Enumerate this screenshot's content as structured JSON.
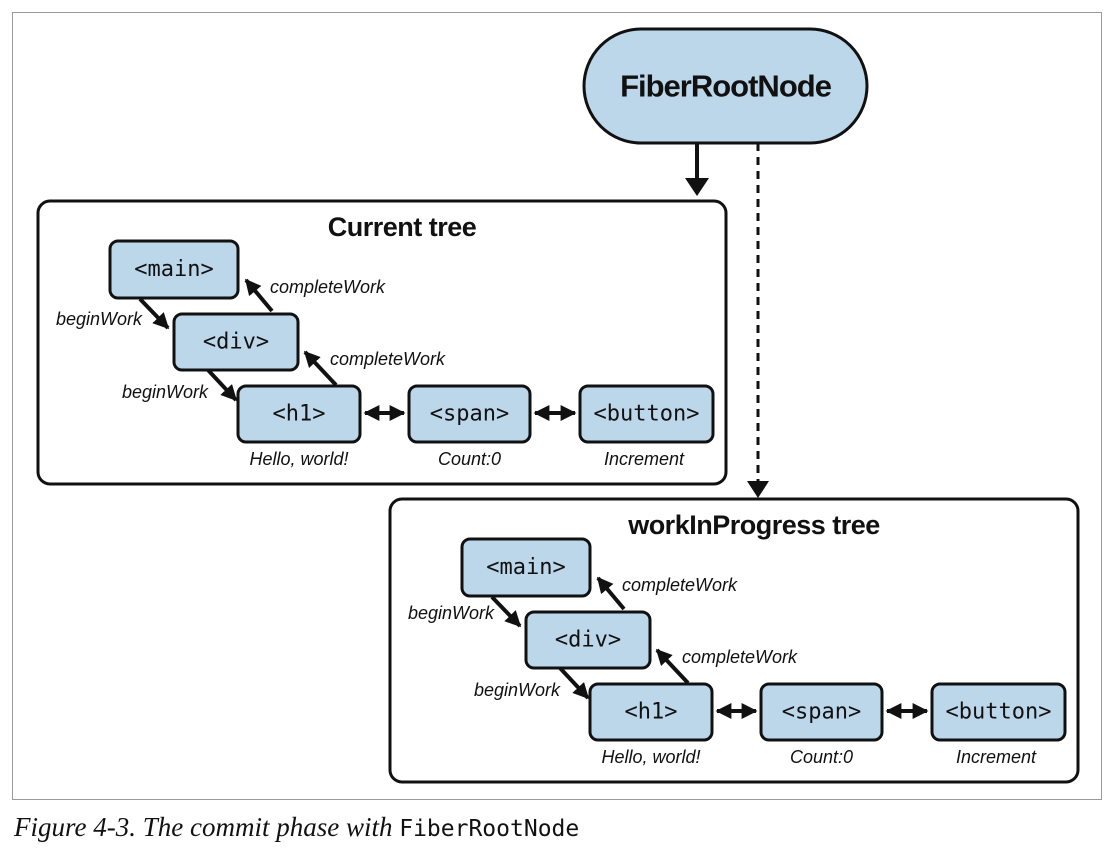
{
  "root": {
    "label": "FiberRootNode"
  },
  "trees": [
    {
      "title": "Current tree",
      "nodes": {
        "main": "<main>",
        "div": "<div>",
        "h1": "<h1>",
        "span": "<span>",
        "button": "<button>"
      },
      "edges": {
        "begin_work": "beginWork",
        "complete_work": "completeWork"
      },
      "captions": {
        "h1": "Hello, world!",
        "span": "Count:0",
        "button": "Increment"
      }
    },
    {
      "title": "workInProgress tree",
      "nodes": {
        "main": "<main>",
        "div": "<div>",
        "h1": "<h1>",
        "span": "<span>",
        "button": "<button>"
      },
      "edges": {
        "begin_work": "beginWork",
        "complete_work": "completeWork"
      },
      "captions": {
        "h1": "Hello, world!",
        "span": "Count:0",
        "button": "Increment"
      }
    }
  ],
  "colors": {
    "node_fill": "#bcd6ea",
    "stroke": "#111111"
  },
  "caption": {
    "prefix": "Figure 4-3. The commit phase with ",
    "code": "FiberRootNode"
  }
}
